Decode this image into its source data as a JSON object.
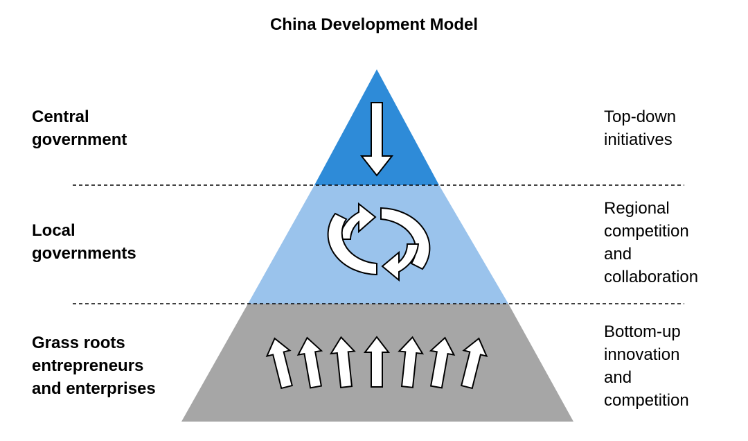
{
  "title": "China Development Model",
  "colors": {
    "top_tier": "#2e8bd8",
    "middle_tier": "#9ac3ec",
    "bottom_tier": "#a6a6a6",
    "divider": "#000000",
    "arrow_fill": "#ffffff",
    "arrow_stroke": "#000000"
  },
  "tiers": [
    {
      "id": "top",
      "left_label": [
        "Central",
        "government"
      ],
      "right_label": [
        "Top-down",
        "initiatives"
      ],
      "icon": "down-arrow-icon"
    },
    {
      "id": "middle",
      "left_label": [
        "Local",
        "governments"
      ],
      "right_label": [
        "Regional",
        "competition",
        "and",
        "collaboration"
      ],
      "icon": "cycle-arrows-icon"
    },
    {
      "id": "bottom",
      "left_label": [
        "Grass roots",
        "entrepreneurs",
        "and enterprises"
      ],
      "right_label": [
        "Bottom-up",
        "innovation",
        "and",
        "competition"
      ],
      "icon": "up-arrows-icon"
    }
  ]
}
